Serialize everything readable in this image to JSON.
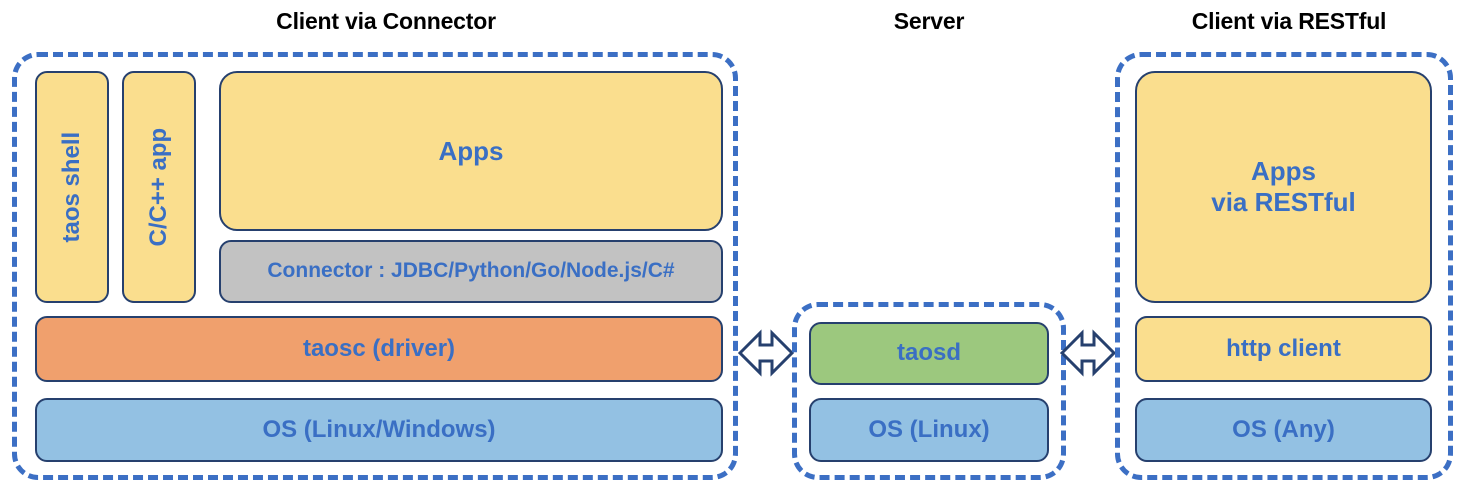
{
  "diagram": {
    "title_left": "Client via Connector",
    "title_middle": "Server",
    "title_right": "Client via RESTful"
  },
  "colors": {
    "dash_border": "#3C6FC4",
    "block_border": "#26406E",
    "text_blue": "#3A6FC4",
    "yellow": "#FADE8E",
    "gray": "#C2C2C2",
    "orange": "#F0A06D",
    "blue": "#93C1E3",
    "green": "#9CC87E",
    "title_black": "#000000"
  },
  "client_connector": {
    "taos_shell": "taos shell",
    "c_cpp_app": "C/C++ app",
    "apps": "Apps",
    "connector": "Connector : JDBC/Python/Go/Node.js/C#",
    "taosc": "taosc (driver)",
    "os": "OS (Linux/Windows)"
  },
  "server": {
    "taosd": "taosd",
    "os": "OS (Linux)"
  },
  "client_restful": {
    "apps_line1": "Apps",
    "apps_line2": "via RESTful",
    "http_client": "http client",
    "os": "OS (Any)"
  },
  "connections": {
    "left_arrow": "double-headed-arrow",
    "right_arrow": "double-headed-arrow"
  }
}
